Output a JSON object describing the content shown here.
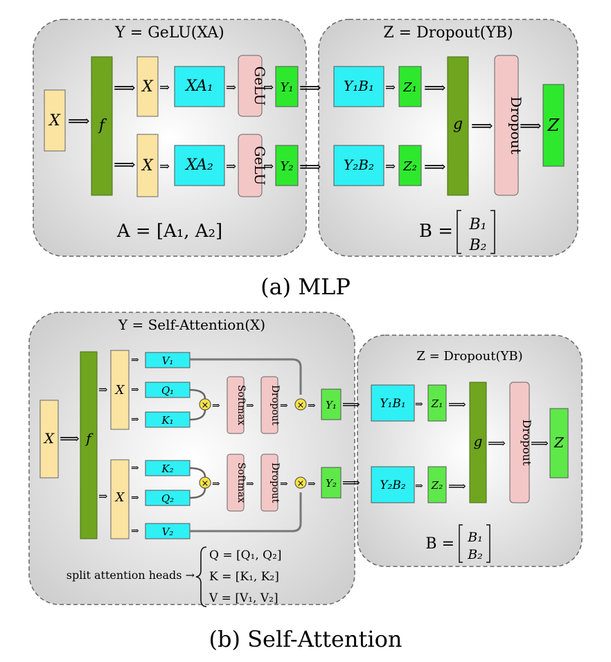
{
  "mlp": {
    "left_title": "Y = GeLU(XA)",
    "right_title": "Z = Dropout(YB)",
    "x_in": "X",
    "f": "f",
    "x1": "X",
    "x2": "X",
    "xa1": "XA₁",
    "xa2": "XA₂",
    "gelu1": "GeLU",
    "gelu2": "GeLU",
    "y1": "Y₁",
    "y2": "Y₂",
    "yb1": "Y₁B₁",
    "yb2": "Y₂B₂",
    "z1": "Z₁",
    "z2": "Z₂",
    "g": "g",
    "dropout": "Dropout",
    "z": "Z",
    "a_eq": "A = [A₁, A₂]",
    "b_eq_lhs": "B =",
    "b1": "B₁",
    "b2": "B₂",
    "caption": "(a) MLP"
  },
  "attn": {
    "left_title": "Y = Self-Attention(X)",
    "right_title": "Z = Dropout(YB)",
    "x_in": "X",
    "f": "f",
    "x1": "X",
    "x2": "X",
    "v1": "V₁",
    "q1": "Q₁",
    "k1": "K₁",
    "k2": "K₂",
    "q2": "Q₂",
    "v2": "V₂",
    "softmax1": "Softmax",
    "softmax2": "Softmax",
    "dropout1": "Dropout",
    "dropout2": "Dropout",
    "y1": "Y₁",
    "y2": "Y₂",
    "yb1": "Y₁B₁",
    "yb2": "Y₂B₂",
    "z1": "Z₁",
    "z2": "Z₂",
    "g": "g",
    "dropout": "Dropout",
    "z": "Z",
    "split_label": "split attention heads →",
    "q_eq": "Q = [Q₁, Q₂]",
    "k_eq": "K = [K₁, K₂]",
    "v_eq": "V = [V₁, V₂]",
    "b_eq_lhs": "B =",
    "b1": "B₁",
    "b2": "B₂",
    "caption": "(b) Self-Attention"
  },
  "colors": {
    "yellow": "#fbe3a2",
    "cyan": "#2ff0f5",
    "pink": "#f4c7c7",
    "green": "#2ee82e",
    "dark_green": "#6fa51f",
    "light_green": "#5fe84a",
    "mul_node": "#f7e24a"
  }
}
